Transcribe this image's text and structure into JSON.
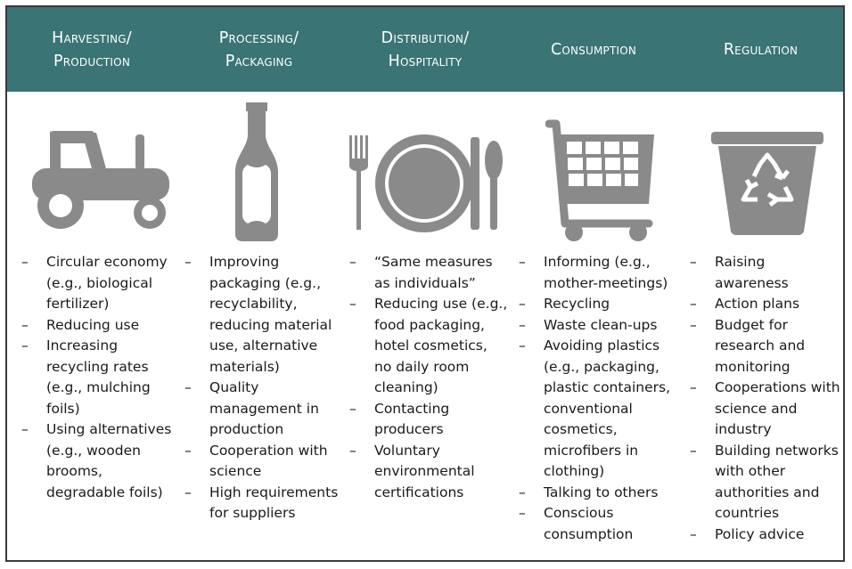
{
  "header": {
    "columns": [
      "Harvesting/\nProduction",
      "Processing/\nPackaging",
      "Distribution/\nHospitality",
      "Consumption",
      "Regulation"
    ]
  },
  "icons": [
    "tractor-icon",
    "bottle-icon",
    "plate-cutlery-icon",
    "shopping-cart-icon",
    "recycle-bin-icon"
  ],
  "colors": {
    "header_bg": "#3a7474",
    "icon_gray": "#8a8a8a",
    "text": "#1a1a1a"
  },
  "lists": {
    "harvesting": [
      "Circular economy (e.g., biological fertilizer)",
      "Reducing use",
      "Increasing recycling rates (e.g., mulching foils)",
      "Using alternatives (e.g., wooden brooms, degradable foils)"
    ],
    "processing": [
      "Improving packaging (e.g., recyclability, reducing material use, alternative materials)",
      "Quality management in production",
      "Cooperation with science",
      "High requirements for suppliers"
    ],
    "distribution": [
      "“Same measures as individuals”",
      "Reducing use (e.g., food packaging, hotel cosmetics, no daily room cleaning)",
      "Contacting producers",
      "Voluntary environmental certifications"
    ],
    "consumption": [
      "Informing (e.g., mother-meetings)",
      "Recycling",
      "Waste clean-ups",
      "Avoiding plastics (e.g., packaging, plastic containers, conventional cosmetics, microfibers in clothing)",
      "Talking to others",
      "Conscious consumption"
    ],
    "regulation": [
      "Raising awareness",
      "Action plans",
      "Budget for research and monitoring",
      "Cooperations with science and industry",
      "Building networks with other authorities and countries",
      "Policy advice"
    ]
  }
}
